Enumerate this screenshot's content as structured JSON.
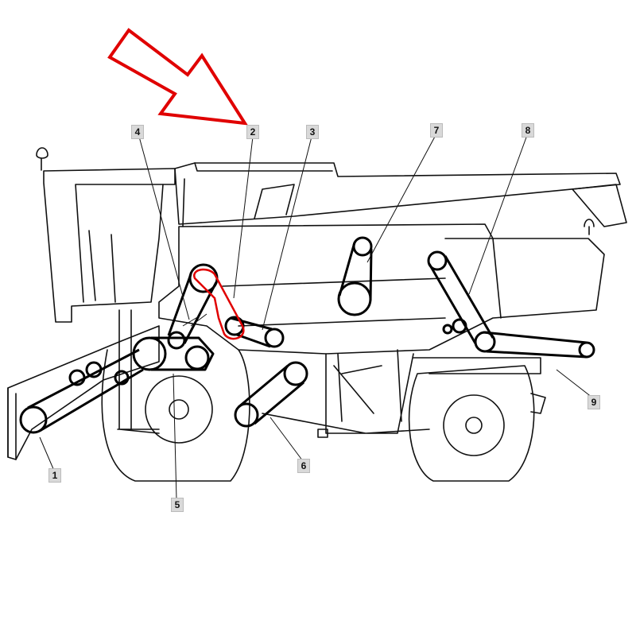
{
  "title": "Combine harvester belt drive locations",
  "highlight_color": "#e00000",
  "highlighted_callout": "2",
  "callouts": [
    {
      "label": "1"
    },
    {
      "label": "2"
    },
    {
      "label": "3"
    },
    {
      "label": "4"
    },
    {
      "label": "5"
    },
    {
      "label": "6"
    },
    {
      "label": "7"
    },
    {
      "label": "8"
    },
    {
      "label": "9"
    }
  ]
}
